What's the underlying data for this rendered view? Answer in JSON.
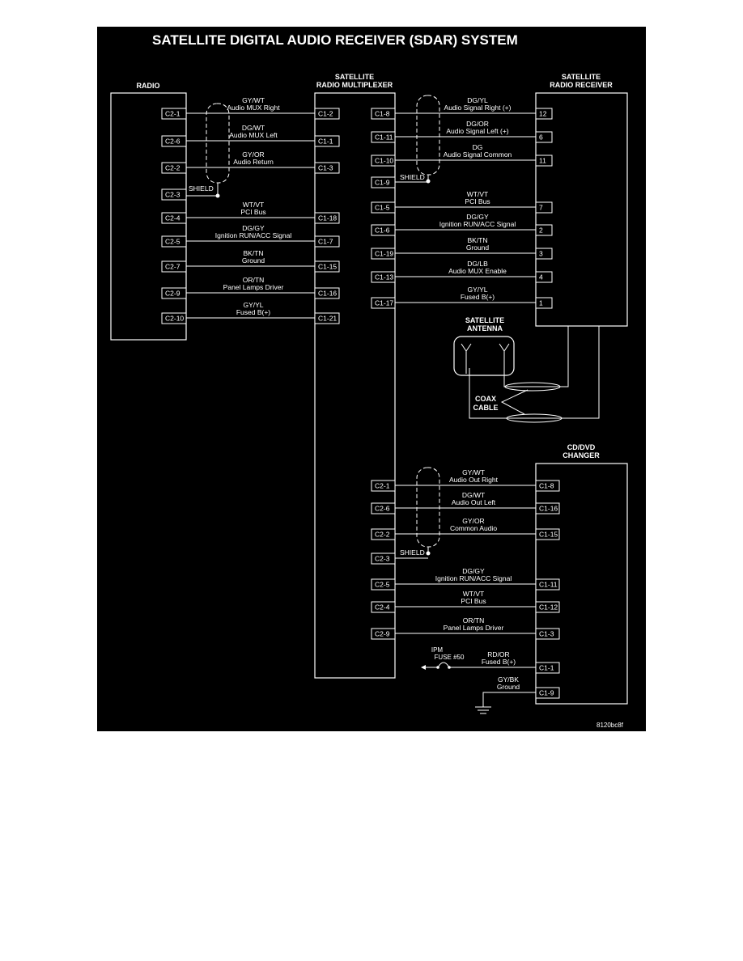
{
  "title": "SATELLITE DIGITAL AUDIO RECEIVER (SDAR) SYSTEM",
  "image_code": "8120bc8f",
  "components": {
    "radio": "RADIO",
    "mux": [
      "SATELLITE",
      "RADIO MULTIPLEXER"
    ],
    "receiver": [
      "SATELLITE",
      "RADIO RECEIVER"
    ],
    "antenna": [
      "SATELLITE",
      "ANTENNA"
    ],
    "coax": [
      "COAX",
      "CABLE"
    ],
    "changer": [
      "CD/DVD",
      "CHANGER"
    ],
    "ipm": [
      "IPM",
      "FUSE #50"
    ]
  },
  "shield_label": "SHIELD",
  "radio_mux_wires": [
    {
      "from": "C2-1",
      "to": "C1-2",
      "color": "GY/WT",
      "desc": "Audio MUX Right"
    },
    {
      "from": "C2-6",
      "to": "C1-1",
      "color": "DG/WT",
      "desc": "Audio MUX Left"
    },
    {
      "from": "C2-2",
      "to": "C1-3",
      "color": "GY/OR",
      "desc": "Audio Return"
    },
    {
      "from": "C2-4",
      "to": "C1-18",
      "color": "WT/VT",
      "desc": "PCI Bus"
    },
    {
      "from": "C2-5",
      "to": "C1-7",
      "color": "DG/GY",
      "desc": "Ignition RUN/ACC Signal"
    },
    {
      "from": "C2-7",
      "to": "C1-15",
      "color": "BK/TN",
      "desc": "Ground"
    },
    {
      "from": "C2-9",
      "to": "C1-16",
      "color": "OR/TN",
      "desc": "Panel Lamps Driver"
    },
    {
      "from": "C2-10",
      "to": "C1-21",
      "color": "GY/YL",
      "desc": "Fused B(+)"
    }
  ],
  "radio_shield_pin": "C2-3",
  "mux_receiver_wires": [
    {
      "from": "C1-8",
      "to": "12",
      "color": "DG/YL",
      "desc": "Audio Signal Right (+)"
    },
    {
      "from": "C1-11",
      "to": "6",
      "color": "DG/OR",
      "desc": "Audio Signal Left (+)"
    },
    {
      "from": "C1-10",
      "to": "11",
      "color": "DG",
      "desc": "Audio Signal Common"
    },
    {
      "from": "C1-5",
      "to": "7",
      "color": "WT/VT",
      "desc": "PCI Bus"
    },
    {
      "from": "C1-6",
      "to": "2",
      "color": "DG/GY",
      "desc": "Ignition RUN/ACC Signal"
    },
    {
      "from": "C1-19",
      "to": "3",
      "color": "BK/TN",
      "desc": "Ground"
    },
    {
      "from": "C1-13",
      "to": "4",
      "color": "DG/LB",
      "desc": "Audio MUX Enable"
    },
    {
      "from": "C1-17",
      "to": "1",
      "color": "GY/YL",
      "desc": "Fused B(+)"
    }
  ],
  "mux_receiver_shield_pin": "C1-9",
  "mux_changer_wires": [
    {
      "from": "C2-1",
      "to": "C1-8",
      "color": "GY/WT",
      "desc": "Audio Out Right"
    },
    {
      "from": "C2-6",
      "to": "C1-16",
      "color": "DG/WT",
      "desc": "Audio Out Left"
    },
    {
      "from": "C2-2",
      "to": "C1-15",
      "color": "GY/OR",
      "desc": "Common Audio"
    },
    {
      "from": "C2-5",
      "to": "C1-11",
      "color": "DG/GY",
      "desc": "Ignition RUN/ACC Signal"
    },
    {
      "from": "C2-4",
      "to": "C1-12",
      "color": "WT/VT",
      "desc": "PCI Bus"
    },
    {
      "from": "C2-9",
      "to": "C1-3",
      "color": "OR/TN",
      "desc": "Panel Lamps Driver"
    }
  ],
  "mux_changer_shield_pin": "C2-3",
  "changer_power": {
    "to": "C1-1",
    "color": "RD/OR",
    "desc": "Fused B(+)"
  },
  "changer_ground": {
    "to": "C1-9",
    "color": "GY/BK",
    "desc": "Ground"
  },
  "colors": {
    "background": "#000000",
    "line": "#ffffff"
  }
}
